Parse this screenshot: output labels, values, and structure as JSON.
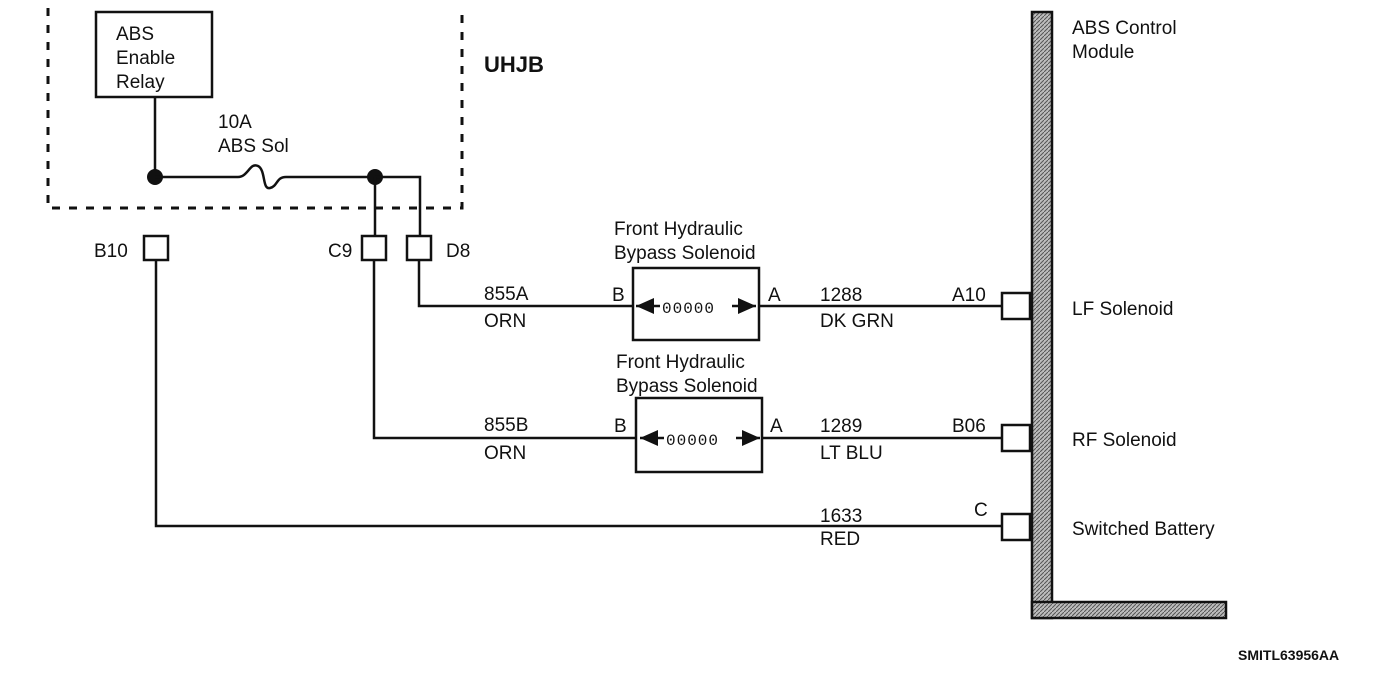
{
  "relay": {
    "line1": "ABS",
    "line2": "Enable",
    "line3": "Relay"
  },
  "fuse": {
    "rating": "10A",
    "name": "ABS Sol"
  },
  "junction_block": {
    "name": "UHJB"
  },
  "connectors": {
    "b10": "B10",
    "c9": "C9",
    "d8": "D8",
    "a10": "A10",
    "b06": "B06",
    "c": "C"
  },
  "module": {
    "line1": "ABS Control",
    "line2": "Module"
  },
  "solenoid_top": {
    "line1": "Front Hydraulic",
    "line2": "Bypass Solenoid",
    "pin_b": "B",
    "pin_a": "A",
    "coil": "00000"
  },
  "solenoid_bottom": {
    "line1": "Front Hydraulic",
    "line2": "Bypass Solenoid",
    "pin_b": "B",
    "pin_a": "A",
    "coil": "00000"
  },
  "wires": {
    "w855a": {
      "circuit": "855A",
      "color": "ORN"
    },
    "w1288": {
      "circuit": "1288",
      "color": "DK GRN"
    },
    "w855b": {
      "circuit": "855B",
      "color": "ORN"
    },
    "w1289": {
      "circuit": "1289",
      "color": "LT  BLU"
    },
    "w1633": {
      "circuit": "1633",
      "color": "RED"
    }
  },
  "module_pins": {
    "lf": "LF Solenoid",
    "rf": "RF Solenoid",
    "batt": "Switched Battery"
  },
  "figure_code": "SMITL63956AA"
}
